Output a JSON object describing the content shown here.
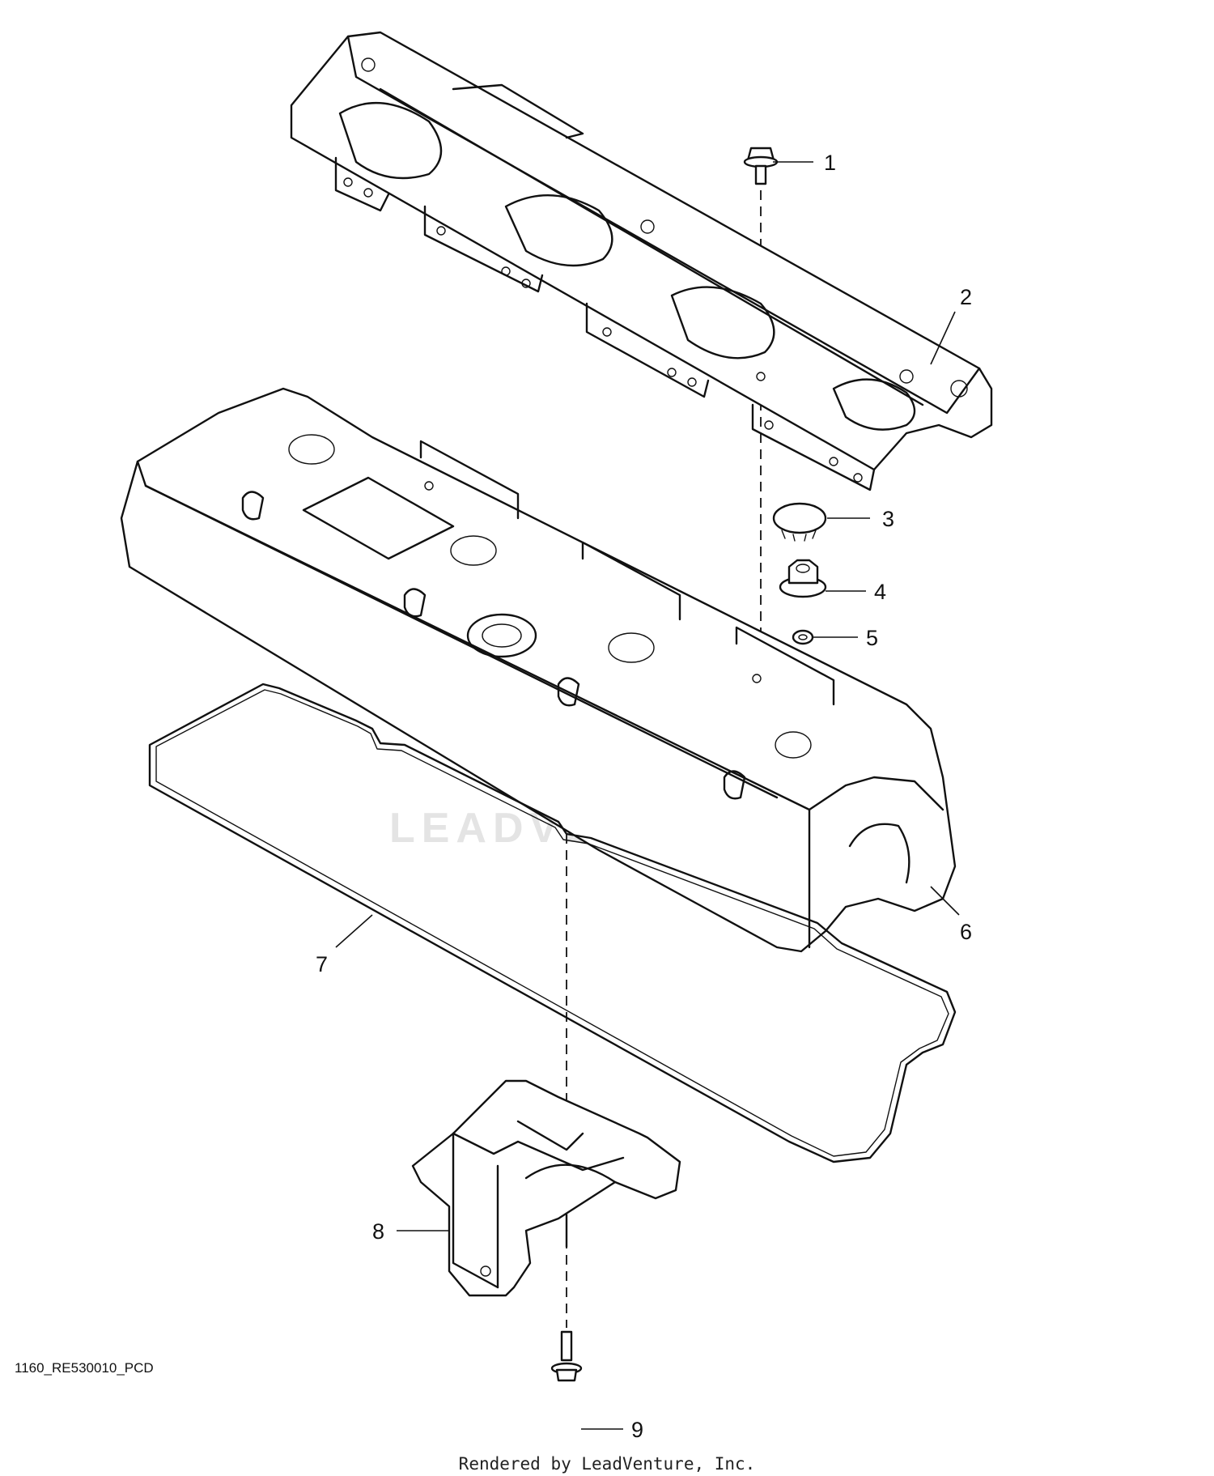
{
  "diagram": {
    "drawing_code": "1160_RE530010_PCD",
    "footer": "Rendered by LeadVenture, Inc.",
    "watermark": "LEADVENTURE",
    "callouts": [
      {
        "label": "1",
        "part": "cap-screw"
      },
      {
        "label": "2",
        "part": "rocker-cover-shield"
      },
      {
        "label": "3",
        "part": "plug-cap"
      },
      {
        "label": "4",
        "part": "flange-nut"
      },
      {
        "label": "5",
        "part": "seal-washer"
      },
      {
        "label": "6",
        "part": "rocker-arm-cover"
      },
      {
        "label": "7",
        "part": "cover-gasket"
      },
      {
        "label": "8",
        "part": "oil-deflector"
      },
      {
        "label": "9",
        "part": "flange-screw"
      }
    ]
  }
}
